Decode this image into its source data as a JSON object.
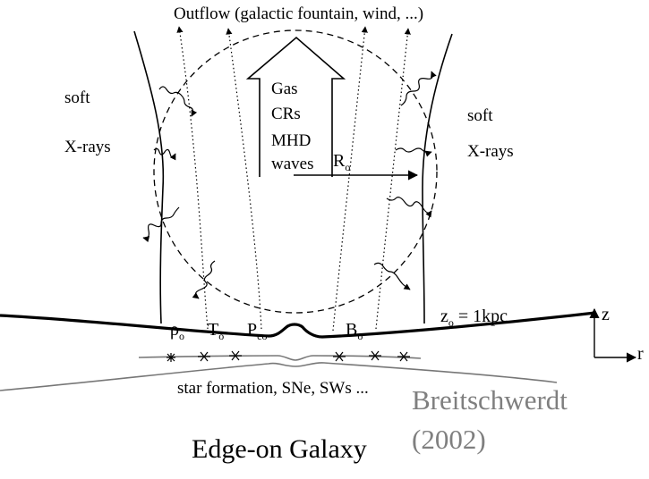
{
  "diagram": {
    "outflow_word": "Outflow",
    "outflow_detail": "(galactic fountain, wind, ...)",
    "gas": "Gas",
    "crs": "CRs",
    "mhd": "MHD",
    "waves": "waves",
    "soft_left": "soft",
    "xrays_left": "X-rays",
    "soft_right": "soft",
    "xrays_right": "X-rays",
    "r0_base": "R",
    "r0_sub": "o",
    "rho_base": "ρ",
    "rho_sub": "o",
    "t_base": "T",
    "t_sub": "o",
    "p_base": "P",
    "p_sub": "co",
    "b_base": "B",
    "b_sub": "o",
    "z0_base": "z",
    "z0_sub": "o",
    "z0_value": " = 1kpc",
    "axis_z": "z",
    "axis_r": "r",
    "disk_caption": "star formation, SNe, SWs ...",
    "title": "Edge-on Galaxy",
    "credit_line1": "Breitschwerdt",
    "credit_line2": "(2002)"
  }
}
